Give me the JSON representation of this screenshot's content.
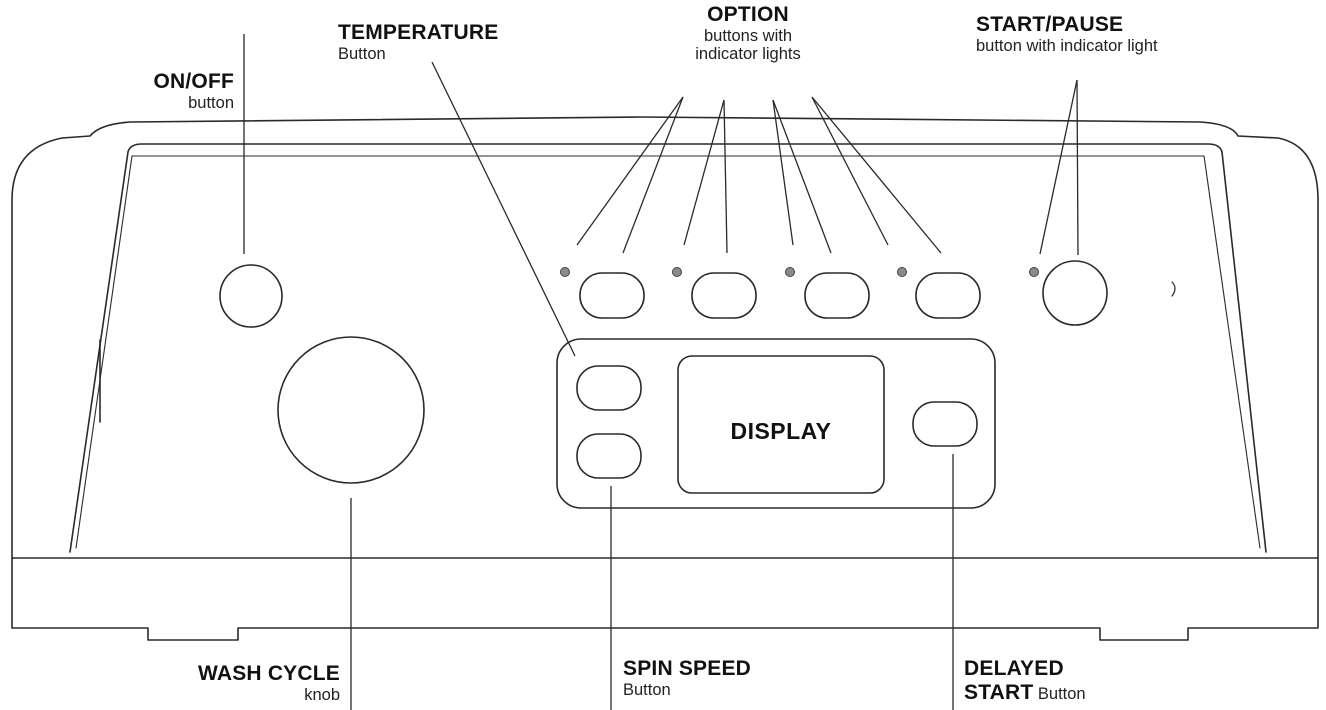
{
  "labels": {
    "on_off": {
      "title": "ON/OFF",
      "sub": "button"
    },
    "temperature": {
      "title": "TEMPERATURE",
      "sub": "Button"
    },
    "option": {
      "title": "OPTION",
      "sub1": "buttons with",
      "sub2": "indicator lights"
    },
    "start_pause": {
      "title": "START/PAUSE",
      "sub": "button with indicator light"
    },
    "wash_cycle": {
      "title": "WASH CYCLE",
      "sub": "knob"
    },
    "spin_speed": {
      "title": "SPIN SPEED",
      "sub": "Button"
    },
    "delayed_start": {
      "title1": "DELAYED",
      "title2": "START",
      "sub": "Button"
    }
  },
  "display": {
    "text": "DISPLAY"
  },
  "colors": {
    "line": "#2a2a2a",
    "led": "#8a8a8a",
    "background": "#ffffff"
  }
}
